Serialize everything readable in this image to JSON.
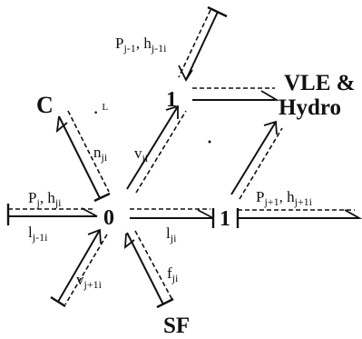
{
  "nodes": {
    "zero": "0",
    "one_top": "1",
    "one_right": "1",
    "c": "C",
    "sf": "SF",
    "vle_line1": "VLE &",
    "vle_line2": "Hydro"
  },
  "labels": {
    "p_j_1": "P",
    "p_j_1_sub": "j-1",
    "h_j_1": "h",
    "h_j_1_sub": "j-1i",
    "l_sym": "L",
    "n_ji": "n",
    "n_ji_sub": "ji",
    "v_ji": "v",
    "v_ji_sub": "ji",
    "p_j": "P",
    "p_j_sub": "j",
    "h_ji": "h",
    "h_ji_sub": "ji",
    "l_j_1i": "l",
    "l_j_1i_sub": "j-1i",
    "l_ji": "l",
    "l_ji_sub": "ji",
    "p_jp1": "P",
    "p_jp1_sub": "j+1",
    "h_jp1": "h",
    "h_jp1_sub": "j+1i",
    "v_jp1": "v",
    "v_jp1_sub": "j+1i",
    "f_ji": "f",
    "f_ji_sub": "ji"
  }
}
